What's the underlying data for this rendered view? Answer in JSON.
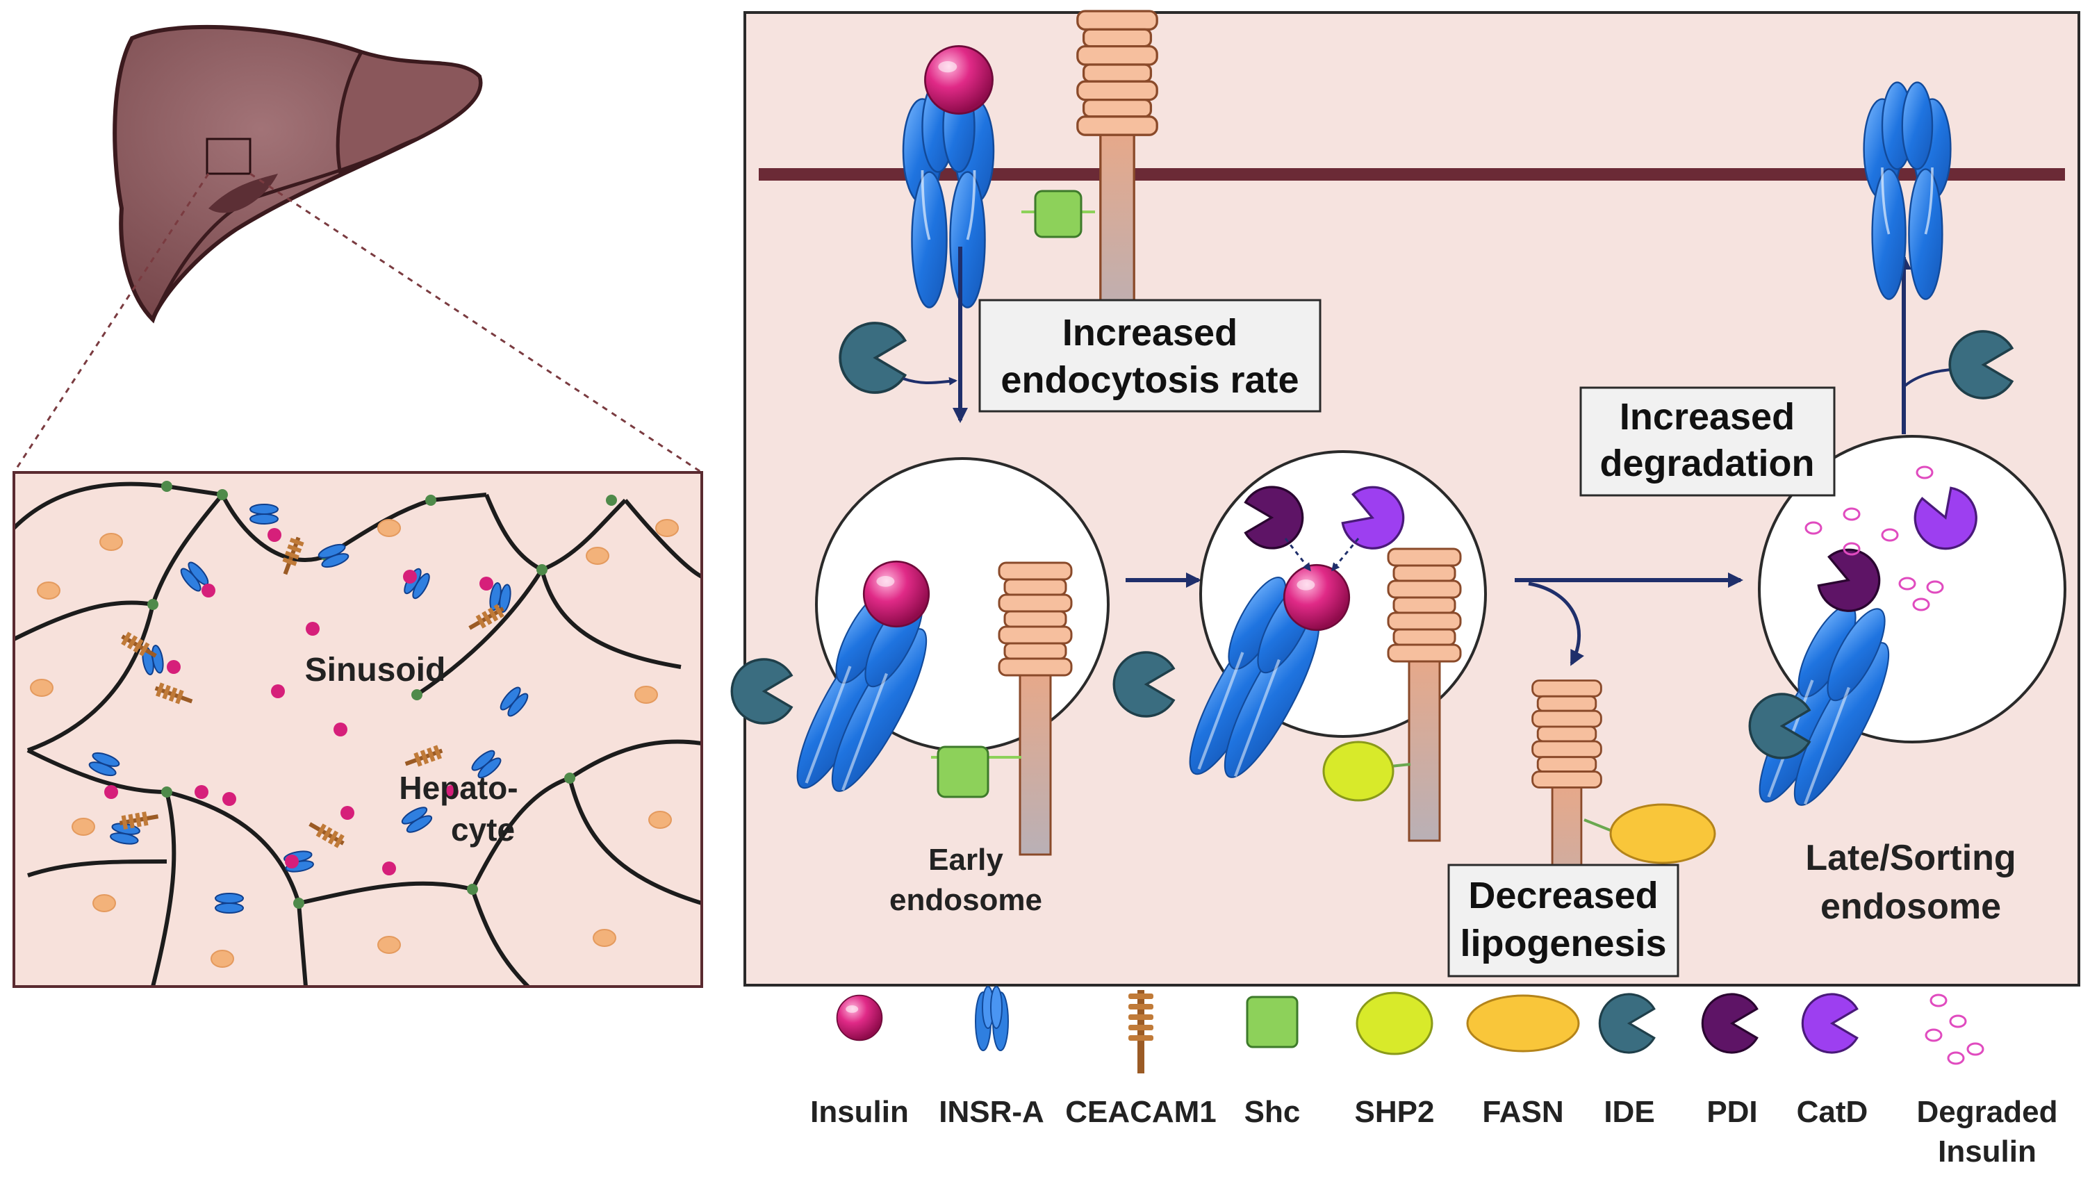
{
  "zoom": {
    "sinusoid_label": "Sinusoid",
    "hepatocyte_label_line1": "Hepato-",
    "hepatocyte_label_line2": "cyte"
  },
  "process": {
    "endocytosis_line1": "Increased",
    "endocytosis_line2": "endocytosis rate",
    "degradation_line1": "Increased",
    "degradation_line2": "degradation",
    "lipogenesis_line1": "Decreased",
    "lipogenesis_line2": "lipogenesis",
    "early_endosome_line1": "Early",
    "early_endosome_line2": "endosome",
    "late_endosome_line1": "Late/Sorting",
    "late_endosome_line2": "endosome"
  },
  "legend": {
    "insulin": "Insulin",
    "insr": "INSR-A",
    "ceacam1": "CEACAM1",
    "shc": "Shc",
    "shp2": "SHP2",
    "fasn": "FASN",
    "ide": "IDE",
    "pdi": "PDI",
    "catd": "CatD",
    "degraded_line1": "Degraded",
    "degraded_line2": "Insulin"
  },
  "colors": {
    "insulin": "#d61f7a",
    "insr": "#2f7fe0",
    "ceacam1": "#f4b896",
    "shc": "#8dd15a",
    "shp2": "#d8ea2a",
    "fasn": "#f9c63a",
    "ide": "#3a6d80",
    "pdi": "#5e1466",
    "catd": "#9d3ff0",
    "membrane": "#6b2a36",
    "panel_bg": "#f6e3df",
    "liver": "#8c5a5e",
    "arrow": "#1f2f6b"
  }
}
